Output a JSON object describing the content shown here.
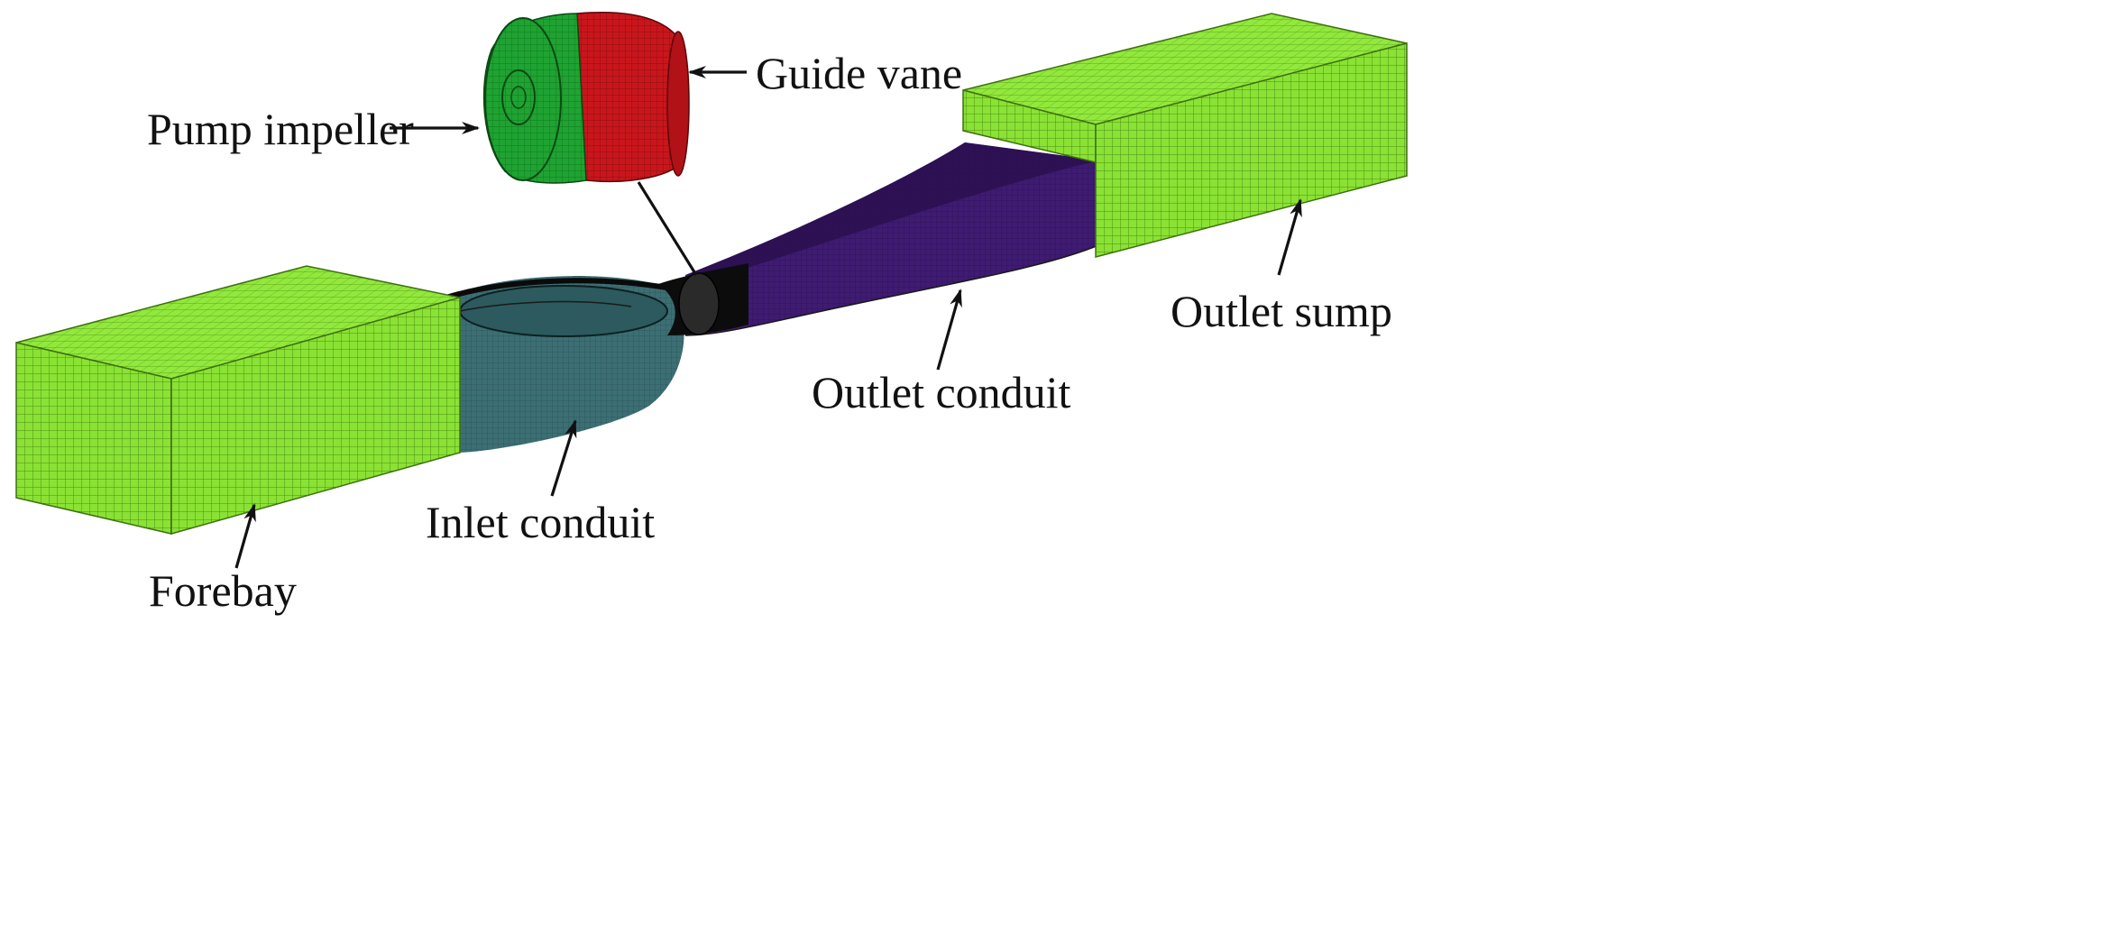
{
  "labels": {
    "guide_vane": "Guide vane",
    "pump_impeller": "Pump impeller",
    "outlet_sump": "Outlet sump",
    "outlet_conduit": "Outlet conduit",
    "inlet_conduit": "Inlet conduit",
    "forebay": "Forebay"
  },
  "colors": {
    "mesh_green": "#8ae234",
    "mesh_green_dark": "#5a9a1a",
    "impeller_green": "#1e9e2e",
    "guide_vane_red": "#c4141a",
    "inlet_conduit": "#3a6b70",
    "outlet_conduit": "#3d1a6e",
    "pump_section": "#0a0a0a"
  }
}
